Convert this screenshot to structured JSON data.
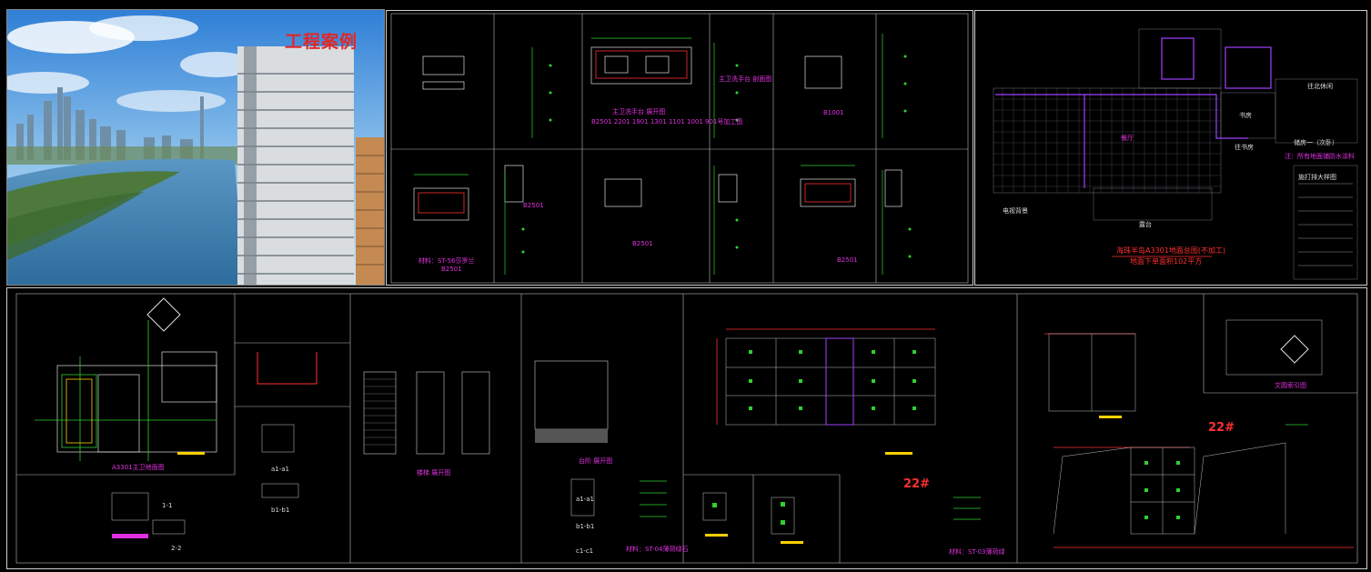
{
  "photo": {
    "title": "工程案例"
  },
  "top_middle": {
    "labels": [
      {
        "text": "主卫洗手台 展开图",
        "cls": "mag"
      },
      {
        "text": "B2501 2201 1901 1301 1101 1001 901号加工图",
        "cls": "mag"
      },
      {
        "text": "主卫洗手台 剖面图",
        "cls": "mag"
      },
      {
        "text": "B1001",
        "cls": "mag"
      },
      {
        "text": "B2501",
        "cls": "mag"
      },
      {
        "text": "B2501",
        "cls": "mag"
      },
      {
        "text": "B2501",
        "cls": "mag"
      },
      {
        "text": "B2501",
        "cls": "mag"
      },
      {
        "text": "材料：ST-56莎罗兰",
        "cls": "mag"
      }
    ]
  },
  "top_right": {
    "labels": [
      {
        "text": "餐厅",
        "cls": "mag"
      },
      {
        "text": "书房",
        "cls": "wht"
      },
      {
        "text": "往书房",
        "cls": "wht"
      },
      {
        "text": "往北休闲",
        "cls": "wht"
      },
      {
        "text": "储房一（次卧）",
        "cls": "wht"
      },
      {
        "text": "注：所有地面铺防水涂料",
        "cls": "mag"
      },
      {
        "text": "电视背景",
        "cls": "wht"
      },
      {
        "text": "露台",
        "cls": "wht"
      },
      {
        "text": "施打排大样图",
        "cls": "wht"
      },
      {
        "text": "海珠半岛A3301地面总图(不加工)",
        "cls": "red"
      },
      {
        "text": "地面下单面积102平方",
        "cls": "red"
      }
    ]
  },
  "bottom": {
    "labels": [
      {
        "text": "A3301主卫地面图",
        "cls": "mag"
      },
      {
        "text": "a1-a1",
        "cls": "wht"
      },
      {
        "text": "b1-b1",
        "cls": "wht"
      },
      {
        "text": "1-1",
        "cls": "wht"
      },
      {
        "text": "2-2",
        "cls": "wht"
      },
      {
        "text": "楼梯 展开图",
        "cls": "mag"
      },
      {
        "text": "台阶 展开图",
        "cls": "mag"
      },
      {
        "text": "a1-a1",
        "cls": "wht"
      },
      {
        "text": "b1-b1",
        "cls": "wht"
      },
      {
        "text": "c1-c1",
        "cls": "wht"
      },
      {
        "text": "材料：ST-04薄荷绿石",
        "cls": "mag"
      },
      {
        "text": "22#",
        "cls": "red"
      },
      {
        "text": "材料：ST-03薄荷绿",
        "cls": "mag"
      },
      {
        "text": "22#",
        "cls": "red"
      },
      {
        "text": "文圆索引图",
        "cls": "mag"
      }
    ]
  }
}
